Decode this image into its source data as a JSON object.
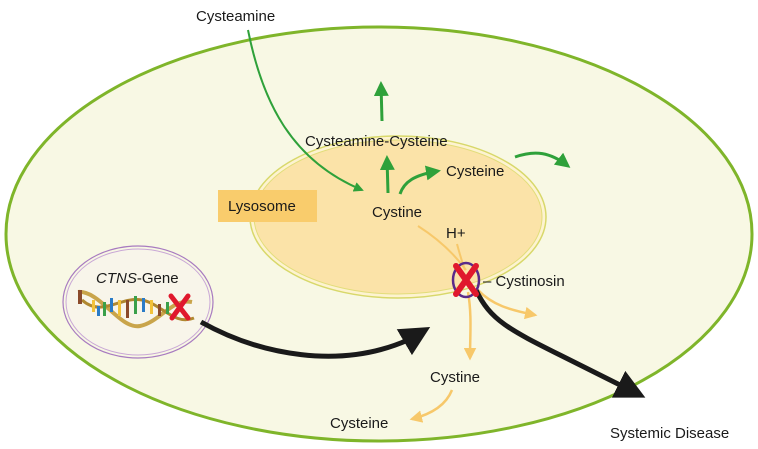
{
  "title": "Cystinosis pathway: CTNS gene, cystinosin transporter and cysteamine therapy",
  "colors": {
    "cell_fill": "#f8f8e4",
    "cell_stroke": "#7fb52a",
    "lysosome_fill": "#fbe3a8",
    "lysosome_stroke": "#d8d86a",
    "lysosome_label_bg": "#f9cc6c",
    "nucleus_stroke": "#a87bc0",
    "green_arrow": "#2fa13a",
    "yellow_arrow": "#f7c86a",
    "black_arrow": "#1a1a1a",
    "blocked_x": "#e0182d",
    "transporter_ring": "#5a2a8a"
  },
  "labels": {
    "cysteamine": "Cysteamine",
    "cysteamine_cysteine": "Cysteamine-Cysteine",
    "cysteine_inside": "Cysteine",
    "lysosome": "Lysosome",
    "cystine_inside": "Cystine",
    "h_plus": "H+",
    "cystinosin": "– Cystinosin",
    "gene_italic": "CTNS",
    "gene_suffix": "-Gene",
    "cystine_outside": "Cystine",
    "cysteine_outside": "Cysteine",
    "systemic_disease": "Systemic Disease"
  },
  "nodes": [
    {
      "id": "cysteamine",
      "label": "Cysteamine",
      "compartment": "extracellular"
    },
    {
      "id": "cystine_lys",
      "label": "Cystine",
      "compartment": "lysosome"
    },
    {
      "id": "cysteamine_cysteine",
      "label": "Cysteamine-Cysteine",
      "compartment": "lysosome"
    },
    {
      "id": "cysteine_lys",
      "label": "Cysteine",
      "compartment": "lysosome"
    },
    {
      "id": "cystinosin",
      "label": "Cystinosin",
      "compartment": "lysosomal membrane",
      "status": "blocked"
    },
    {
      "id": "ctns_gene",
      "label": "CTNS-Gene",
      "compartment": "nucleus",
      "status": "mutated"
    },
    {
      "id": "cystine_cyt",
      "label": "Cystine",
      "compartment": "cytoplasm"
    },
    {
      "id": "cysteine_cyt",
      "label": "Cysteine",
      "compartment": "cytoplasm"
    },
    {
      "id": "systemic_disease",
      "label": "Systemic Disease",
      "compartment": "outside"
    }
  ],
  "edges": [
    {
      "from": "cysteamine",
      "to": "cystine_lys",
      "style": "green"
    },
    {
      "from": "cystine_lys",
      "to": "cysteamine_cysteine",
      "style": "green"
    },
    {
      "from": "cystine_lys",
      "to": "cysteine_lys",
      "style": "green"
    },
    {
      "from": "cysteamine_cysteine",
      "to": "cytoplasm",
      "style": "green"
    },
    {
      "from": "cysteine_lys",
      "to": "cytoplasm",
      "style": "green"
    },
    {
      "from": "cystine_lys",
      "to": "cystinosin",
      "style": "yellow"
    },
    {
      "from": "cystinosin",
      "to": "cystine_cyt",
      "style": "yellow"
    },
    {
      "from": "cystine_cyt",
      "to": "cysteine_cyt",
      "style": "yellow"
    },
    {
      "from": "ctns_gene",
      "to": "cystinosin",
      "style": "black"
    },
    {
      "from": "cystinosin",
      "to": "systemic_disease",
      "style": "black"
    }
  ]
}
